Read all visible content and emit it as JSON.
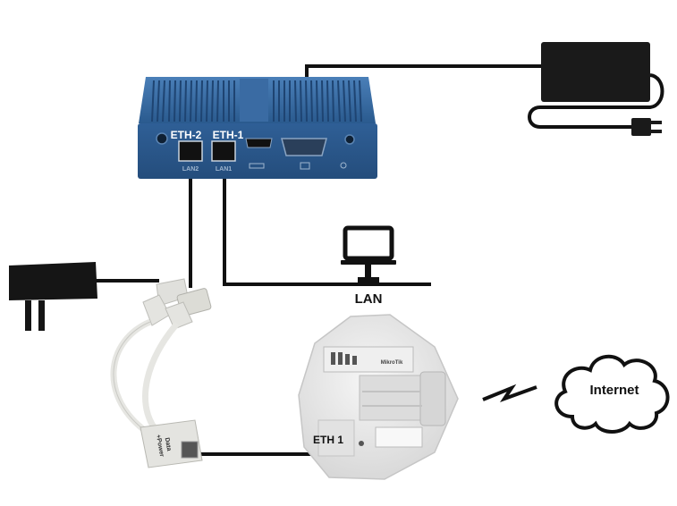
{
  "labels": {
    "eth2": "ETH-2",
    "eth1": "ETH-1",
    "lan": "LAN",
    "eth1_radio": "ETH 1",
    "internet": "Internet",
    "lan2_port": "LAN2",
    "lan1_port": "LAN1",
    "mikrotik": "MikroTik",
    "injector_data": "Data",
    "injector_power": "+Power"
  },
  "colors": {
    "minipc_body": "#2d5f93",
    "cable": "#111111",
    "adapter": "#1a1a1a",
    "radio_shell": "#e8e8e8",
    "injector": "#e4e4e0"
  },
  "icons": [
    "mini-pc",
    "power-adapter",
    "wall-plug-adapter",
    "poe-injector",
    "radio-antenna",
    "laptop-icon",
    "internet-cloud-icon",
    "wireless-link-icon"
  ]
}
